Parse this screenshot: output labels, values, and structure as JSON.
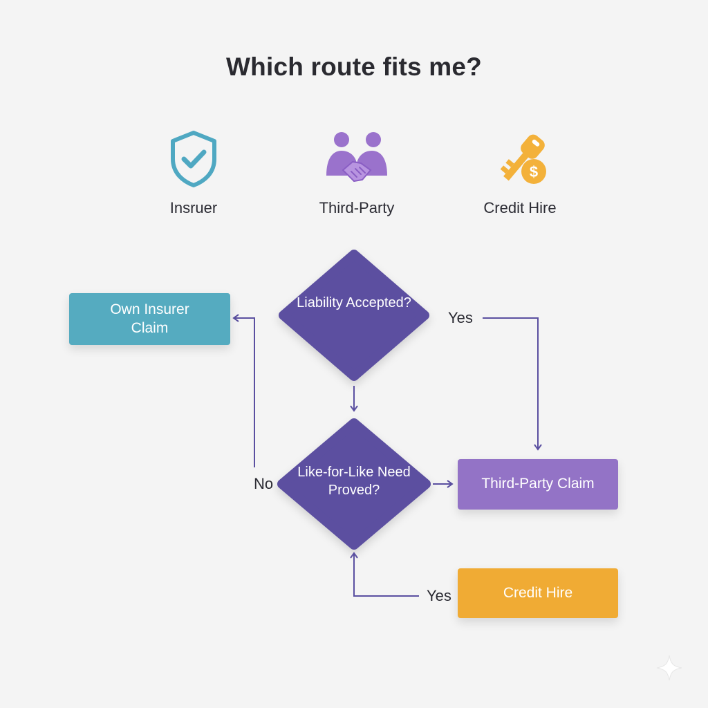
{
  "title": "Which route fits me?",
  "legend": [
    {
      "label": "Insruer",
      "icon": "shield-check-icon",
      "color": "#4fa8c2"
    },
    {
      "label": "Third-Party",
      "icon": "handshake-people-icon",
      "color": "#9a72cc"
    },
    {
      "label": "Credit Hire",
      "icon": "key-coin-icon",
      "color": "#f3b13a"
    }
  ],
  "nodes": {
    "liability": {
      "text": "Liability Accepted?",
      "color": "#5b50a0"
    },
    "likeforlike": {
      "text": "Like-for-Like Need Proved?",
      "color": "#5b50a0"
    },
    "own_insurer": {
      "text": "Own Insurer Claim",
      "color": "#55abc0"
    },
    "third_party": {
      "text": "Third-Party Claim",
      "color": "#9373c6"
    },
    "credit_hire": {
      "text": "Credit Hire",
      "color": "#f0ab34"
    }
  },
  "edge_labels": {
    "yes_top": "Yes",
    "no_left": "No",
    "yes_bottom": "Yes"
  },
  "edge_color": "#5a4fa0"
}
